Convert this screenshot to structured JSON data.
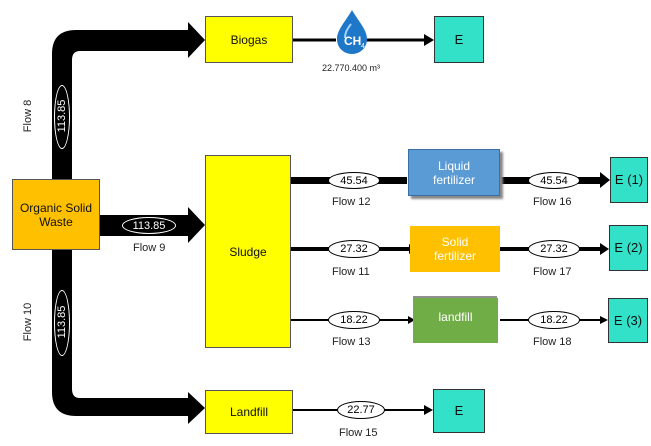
{
  "nodes": {
    "organic_solid_waste": "Organic Solid Waste",
    "biogas": "Biogas",
    "sludge": "Sludge",
    "landfill": "Landfill",
    "liquid_fertilizer": "Liquid fertilizer",
    "solid_fertilizer": "Solid fertilizer",
    "landfill_small": "landfill",
    "energy_biogas": "E",
    "energy_landfill": "E",
    "energy_1": "E (1)",
    "energy_2": "E (2)",
    "energy_3": "E (3)"
  },
  "methane_icon": {
    "symbol": "CH",
    "subscript": "4",
    "color": "#1f77c8"
  },
  "biogas_volume": "22.770.400 m³",
  "flows": {
    "flow8": {
      "label": "Flow 8",
      "value": "113.85"
    },
    "flow9": {
      "label": "Flow 9",
      "value": "113.85"
    },
    "flow10": {
      "label": "Flow 10",
      "value": "113.85"
    },
    "flow11": {
      "label": "Flow 11",
      "value": "27.32"
    },
    "flow12": {
      "label": "Flow 12",
      "value": "45.54"
    },
    "flow13": {
      "label": "Flow 13",
      "value": "18.22"
    },
    "flow15": {
      "label": "Flow 15",
      "value": "22.77"
    },
    "flow16": {
      "label": "Flow 16",
      "value": "45.54"
    },
    "flow17": {
      "label": "Flow 17",
      "value": "27.32"
    },
    "flow18": {
      "label": "Flow 18",
      "value": "18.22"
    }
  },
  "colors": {
    "yellow": "#ffff00",
    "orange": "#ffc000",
    "teal": "#33e0c8",
    "blue": "#5b9bd5",
    "green": "#70ad47"
  }
}
